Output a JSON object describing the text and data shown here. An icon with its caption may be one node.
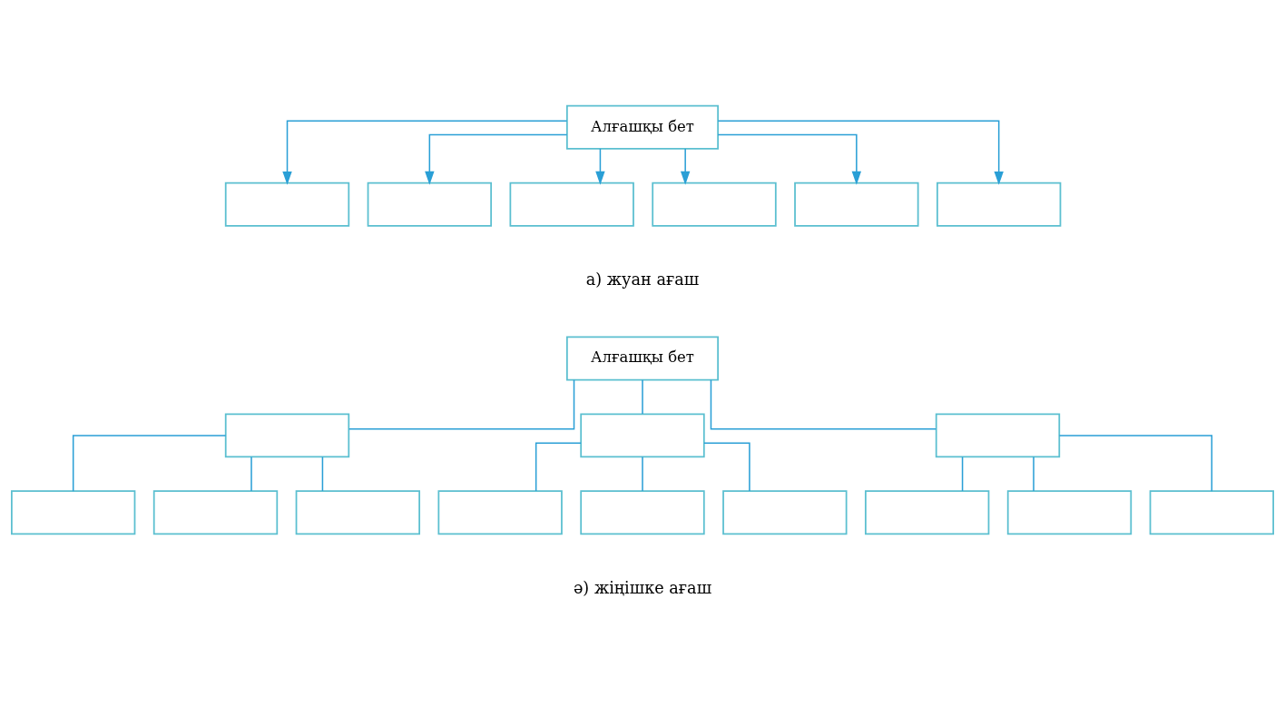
{
  "diagram": {
    "nodes": [
      {
        "text": [
          "Алғашқы бет"
        ]
      },
      {
        "text": [],
        "shape": "box"
      },
      {
        "text": [],
        "shape": "box"
      },
      {
        "text": [],
        "shape": "box"
      },
      {
        "text": [],
        "shape": "box"
      },
      {
        "text": [],
        "shape": "box"
      },
      {
        "text": [],
        "shape": "box"
      },
      {
        "text": [
          "Алғашқы бет"
        ]
      },
      {
        "text": [],
        "shape": "box"
      },
      {
        "text": [],
        "shape": "box"
      },
      {
        "text": [],
        "shape": "box"
      },
      {
        "text": [],
        "shape": "box"
      },
      {
        "text": [],
        "shape": "box"
      },
      {
        "text": [],
        "shape": "box"
      },
      {
        "text": [],
        "shape": "box"
      },
      {
        "text": [],
        "shape": "box"
      },
      {
        "text": [],
        "shape": "box"
      },
      {
        "text": [],
        "shape": "box"
      },
      {
        "text": [],
        "shape": "box"
      },
      {
        "text": [],
        "shape": "box"
      }
    ],
    "edges": [
      {
        "from": 0,
        "to": 1,
        "arrow": "to"
      },
      {
        "from": 0,
        "to": 2,
        "arrow": "to"
      },
      {
        "from": 0,
        "to": 3,
        "arrow": "to"
      },
      {
        "from": 0,
        "to": 4,
        "arrow": "to"
      },
      {
        "from": 0,
        "to": 5,
        "arrow": "to"
      },
      {
        "from": 0,
        "to": 6,
        "arrow": "to"
      },
      {
        "from": 7,
        "to": 8,
        "arrow": "none"
      },
      {
        "from": 7,
        "to": 9,
        "arrow": "none"
      },
      {
        "from": 7,
        "to": 10,
        "arrow": "none"
      },
      {
        "from": 8,
        "to": 11,
        "arrow": "none"
      },
      {
        "from": 8,
        "to": 12,
        "arrow": "none"
      },
      {
        "from": 8,
        "to": 13,
        "arrow": "none"
      },
      {
        "from": 9,
        "to": 14,
        "arrow": "none"
      },
      {
        "from": 9,
        "to": 15,
        "arrow": "none"
      },
      {
        "from": 9,
        "to": 16,
        "arrow": "none"
      },
      {
        "from": 10,
        "to": 17,
        "arrow": "none"
      },
      {
        "from": 10,
        "to": 18,
        "arrow": "none"
      },
      {
        "from": 10,
        "to": 19,
        "arrow": "none"
      }
    ],
    "labels": [
      "а) жуан ағаш",
      "ә) жіңішке ағаш"
    ]
  }
}
